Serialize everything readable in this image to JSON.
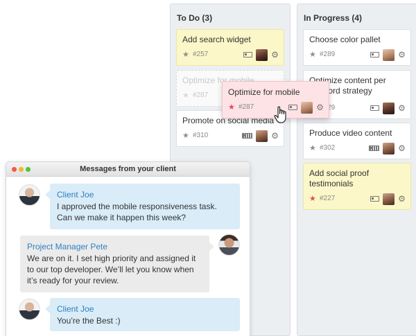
{
  "board": {
    "columns": [
      {
        "title": "To Do (3)",
        "cards": [
          {
            "title": "Add search widget",
            "id": "#257"
          },
          {
            "title": "Optimize for mobile",
            "id": "#287"
          },
          {
            "title": "Promote on social media",
            "id": "#310"
          }
        ]
      },
      {
        "title": "In Progress (4)",
        "cards": [
          {
            "title": "Choose color pallet",
            "id": "#289"
          },
          {
            "title": "Optimize content per keyword strategy",
            "id": "#229"
          },
          {
            "title": "Produce video content",
            "id": "#302"
          },
          {
            "title": "Add social proof testimonials",
            "id": "#227"
          }
        ]
      }
    ],
    "dragging_card": {
      "title": "Optimize for mobile",
      "id": "#287"
    }
  },
  "messages": {
    "window_title": "Messages from your client",
    "items": [
      {
        "sender": "Client Joe",
        "text": "I approved the mobile responsiveness task. Can we make it happen this week?"
      },
      {
        "sender": "Project Manager Pete",
        "text": "We are on it. I set high priority and assigned it to our top developer. We’ll let you know when it’s ready for your review."
      },
      {
        "sender": "Client Joe",
        "text": "You’re the Best :)"
      }
    ]
  },
  "icons": {
    "star": "star-icon",
    "tag": "tag-icon",
    "settings": "gear-icon",
    "cursor": "hand-cursor-icon"
  },
  "colors": {
    "accent_blue": "#2f7fbf",
    "card_yellow": "#fbf7c8",
    "drag_pink": "#fde3e6",
    "priority_red": "#e04a5c",
    "client_bubble": "#d9ecf8",
    "pm_bubble": "#ebebeb"
  }
}
